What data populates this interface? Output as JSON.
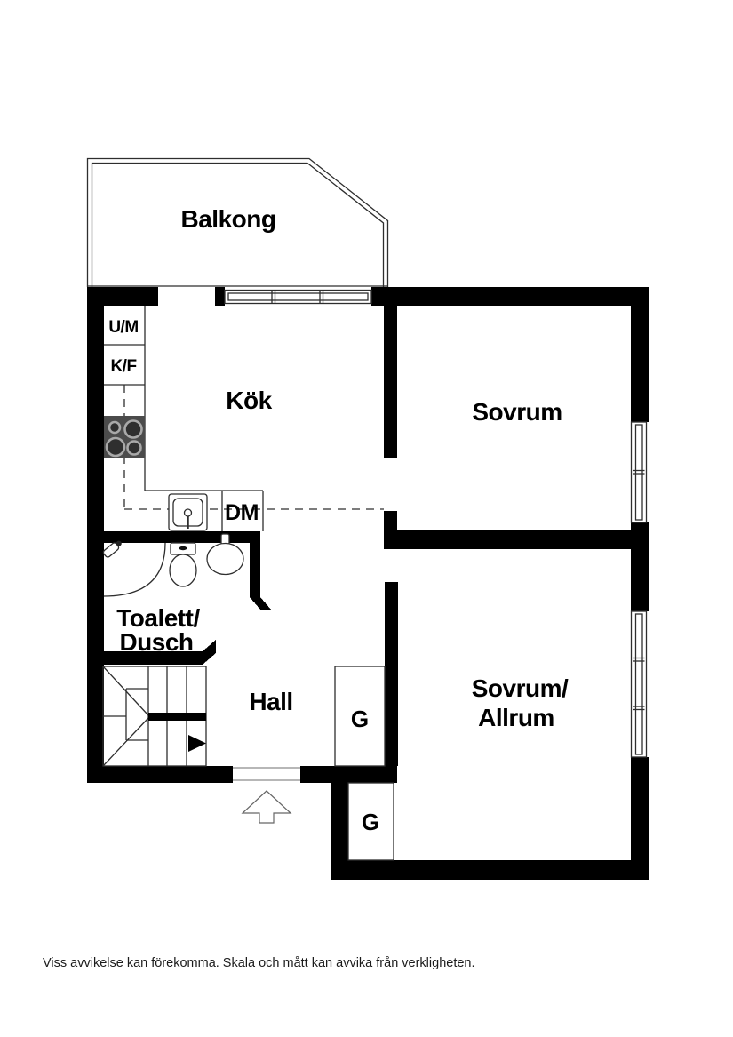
{
  "plan": {
    "balcony": "Balkong",
    "kitchen": "Kök",
    "bedroom": "Sovrum",
    "bedroom_living_line1": "Sovrum/",
    "bedroom_living_line2": "Allrum",
    "bathroom_line1": "Toalett/",
    "bathroom_line2": "Dusch",
    "hall": "Hall",
    "appliances": {
      "washer": "U/M",
      "fridge_freezer": "K/F",
      "dishwasher": "DM"
    },
    "wardrobes": {
      "hall": "G",
      "lower": "G"
    }
  },
  "footer": {
    "disclaimer": "Viss avvikelse kan förekomma. Skala och mått kan avvika från verkligheten."
  },
  "colors": {
    "wall": "#000000",
    "line": "#2e2e2e",
    "threshold": "#8c8c8c",
    "stove_body": "#4b4b4b",
    "burner_ring": "#a8a8a8",
    "burner_center": "#2f2f2f",
    "background": "#ffffff",
    "disclaimer_text": "#1b1b1b"
  }
}
